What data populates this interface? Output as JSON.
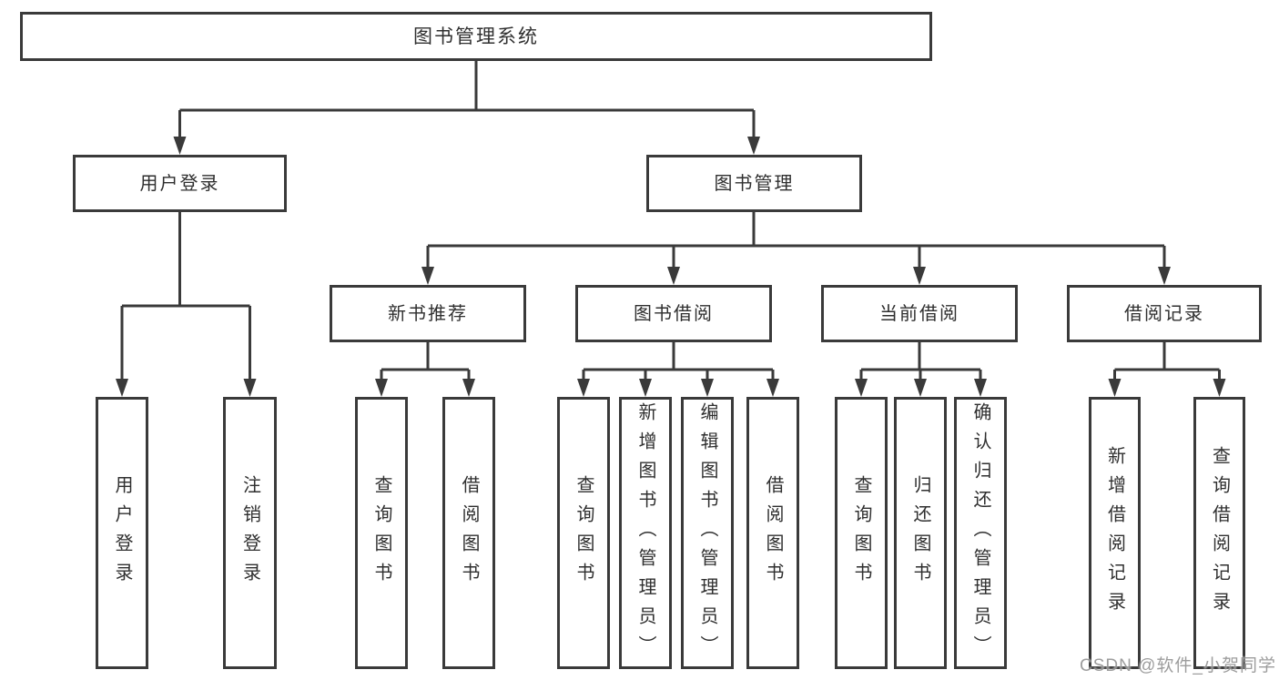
{
  "root": {
    "label": "图书管理系统"
  },
  "level2": [
    {
      "label": "用户登录"
    },
    {
      "label": "图书管理"
    }
  ],
  "level3": [
    {
      "label": "新书推荐"
    },
    {
      "label": "图书借阅"
    },
    {
      "label": "当前借阅"
    },
    {
      "label": "借阅记录"
    }
  ],
  "leaves": {
    "user_login": [
      {
        "label": "用户登录"
      },
      {
        "label": "注销登录"
      }
    ],
    "new_book": [
      {
        "label": "查询图书"
      },
      {
        "label": "借阅图书"
      }
    ],
    "book_borrow": [
      {
        "label": "查询图书"
      },
      {
        "label": "新增图书（管理员）"
      },
      {
        "label": "编辑图书（管理员）"
      },
      {
        "label": "借阅图书"
      }
    ],
    "current_borrow": [
      {
        "label": "查询图书"
      },
      {
        "label": "归还图书"
      },
      {
        "label": "确认归还（管理员）"
      }
    ],
    "records": [
      {
        "label": "新增借阅记录"
      },
      {
        "label": "查询借阅记录"
      }
    ]
  },
  "watermark": "CSDN @软件_小贺同学",
  "colors": {
    "line": "#3a3a3a",
    "box_border": "#3a3a3a",
    "box_background": "#ffffff",
    "text": "#2f2f2f",
    "watermark": "#8c8c8c",
    "page_background": "#ffffff"
  }
}
